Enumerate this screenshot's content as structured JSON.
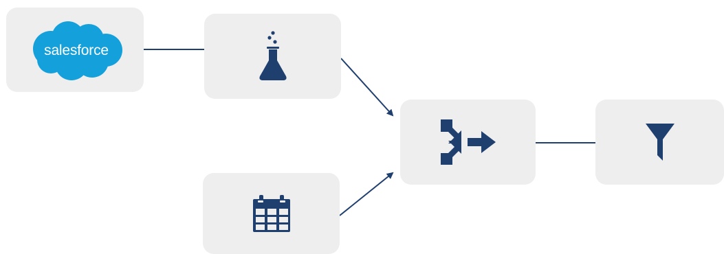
{
  "diagram": {
    "nodes": [
      {
        "id": "salesforce",
        "icon": "salesforce-logo",
        "label": "salesforce"
      },
      {
        "id": "flask",
        "icon": "flask-icon"
      },
      {
        "id": "calendar",
        "icon": "calendar-icon"
      },
      {
        "id": "merge",
        "icon": "merge-arrows-icon"
      },
      {
        "id": "filter",
        "icon": "filter-funnel-icon"
      }
    ],
    "edges": [
      {
        "from": "salesforce",
        "to": "flask",
        "style": "line"
      },
      {
        "from": "flask",
        "to": "merge",
        "style": "arrow"
      },
      {
        "from": "calendar",
        "to": "merge",
        "style": "arrow"
      },
      {
        "from": "merge",
        "to": "filter",
        "style": "line"
      }
    ]
  },
  "colors": {
    "node_background": "#eeeeef",
    "icon_navy": "#1f3f6e",
    "salesforce_blue": "#14a0db",
    "connector": "#1f3f6e"
  }
}
